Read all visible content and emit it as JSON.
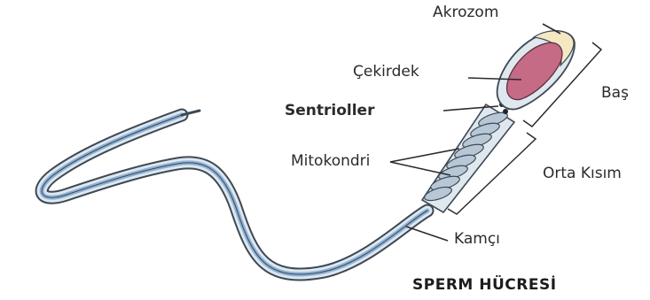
{
  "labels": {
    "akrozom": "Akrozom",
    "cekirdek": "Çekirdek",
    "sentrioller": "Sentrioller",
    "mitokondri": "Mitokondri",
    "kamci": "Kamçı",
    "bas": "Baş",
    "orta_kisim": "Orta Kısım"
  },
  "title": "SPERM HÜCRESİ",
  "colors": {
    "nucleus": "#c56b86",
    "acrosome": "#f3e8c2",
    "cell_fill": "#dfe7ef",
    "outline": "#3e4954",
    "tail_stripe": "#8eb3d8"
  }
}
